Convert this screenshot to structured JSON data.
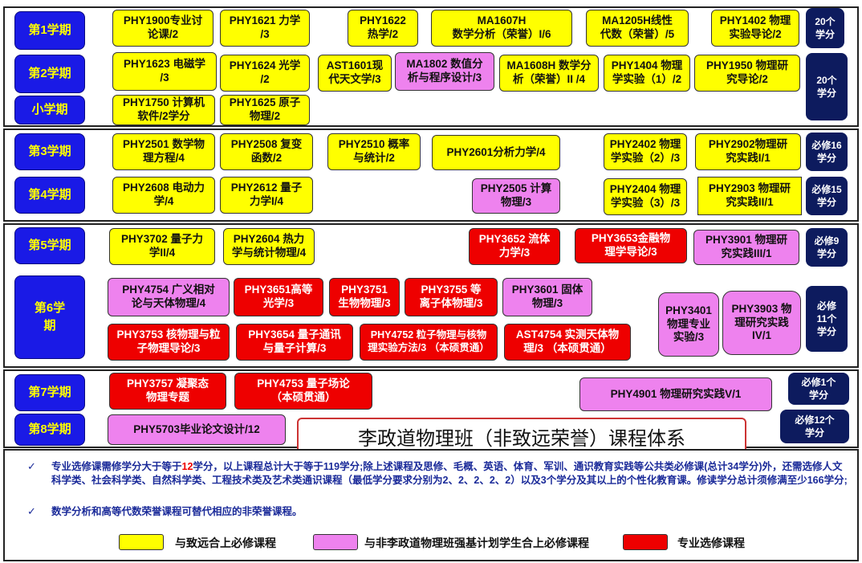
{
  "title": "李政道物理班（非致远荣誉）课程体系",
  "terms": {
    "t1": "第1学期",
    "t2": "第2学期",
    "small": "小学期",
    "t3": "第3学期",
    "t4": "第4学期",
    "t5": "第5学期",
    "t6a": "第6学",
    "t6b": "期",
    "t7": "第7学期",
    "t8": "第8学期"
  },
  "credits": {
    "t1": "20个\n学分",
    "t2": "20个\n学分",
    "t3": "必修16\n学分",
    "t4": "必修15\n学分",
    "t5": "必修9\n学分",
    "t6": "必修\n11个\n学分",
    "t7": "必修1个\n学分",
    "t8": "必修12个\n学分"
  },
  "courses": {
    "phy1900": "PHY1900专业讨\n论课/2",
    "phy1621": "PHY1621 力学\n/3",
    "phy1622": "PHY1622\n热学/2",
    "ma1607h": "MA1607H\n数学分析（荣誉）I/6",
    "ma1205h": "MA1205H线性\n代数（荣誉）/5",
    "phy1402": "PHY1402 物理\n实验导论/2",
    "phy1623": "PHY1623 电磁学\n/3",
    "phy1624": "PHY1624 光学\n/2",
    "ast1601": "AST1601现\n代天文学/3",
    "ma1802": "MA1802 数值分\n析与程序设计/3",
    "ma1608h": "MA1608H 数学分\n析（荣誉）II /4",
    "phy1404": "PHY1404 物理\n学实验（1）/2",
    "phy1950": "PHY1950 物理研\n究导论/2",
    "phy1750": "PHY1750 计算机\n软件/2学分",
    "phy1625": "PHY1625 原子\n物理/2",
    "phy2501": "PHY2501 数学物\n理方程/4",
    "phy2508": "PHY2508 复变\n函数/2",
    "phy2510": "PHY2510 概率\n与统计/2",
    "phy2601": "PHY2601分析力学/4",
    "phy2402": "PHY2402 物理\n学实验（2）/3",
    "phy2902": "PHY2902物理研\n究实践I/1",
    "phy2608": "PHY2608 电动力\n学/4",
    "phy2612": "PHY2612 量子\n力学I/4",
    "phy2505": "PHY2505 计算\n物理/3",
    "phy2404": "PHY2404 物理\n学实验（3）/3",
    "phy2903": "PHY2903 物理研\n究实践II/1",
    "phy3702": "PHY3702 量子力\n学II/4",
    "phy2604": "PHY2604 热力\n学与统计物理/4",
    "phy3652": "PHY3652 流体\n力学/3",
    "phy3653": "PHY3653金融物\n理学导论/3",
    "phy3901": "PHY3901 物理研\n究实践III/1",
    "phy4754": "PHY4754 广义相对\n论与天体物理/4",
    "phy3651": "PHY3651高等\n光学/3",
    "phy3751": "PHY3751\n生物物理/3",
    "phy3755": "PHY3755 等\n离子体物理/3",
    "phy3601": "PHY3601 固体\n物理/3",
    "phy3401": "PHY3401\n物理专业\n实验/3",
    "phy3903": "PHY3903 物\n理研究实践\nIV/1",
    "phy3753": "PHY3753 核物理与粒\n子物理导论/3",
    "phy3654": "PHY3654 量子通讯\n与量子计算/3",
    "phy4752": "PHY4752 粒子物理与核物\n理实验方法/3 （本硕贯通）",
    "ast4754": "AST4754 实测天体物\n理/3 （本硕贯通）",
    "phy3757": "PHY3757 凝聚态\n物理专题",
    "phy4753": "PHY4753 量子场论\n（本硕贯通）",
    "phy4901": "PHY4901 物理研究实践V/1",
    "phy5703": "PHY5703毕业论文设计/12"
  },
  "notes": {
    "check": "✓",
    "n1_a": "专业选修课需修学分大于等于",
    "n1_num": "12",
    "n1_b": "学分，以上课程总计大于等于119学分;除上述课程及思修、毛概、英语、体育、军训、通识教育实践等公共类必修课(总计34学分)外，还需选修人文科学类、社会科学类、自然科学类、工程技术类及艺术类通识课程（最低学分要求分别为2、2、2、2、2）以及3个学分及其以上的个性化教育课。修读学分总计须修满至少166学分;",
    "n2": "数学分析和高等代数荣誉课程可替代相应的非荣誉课程。"
  },
  "legend": {
    "yellow": "与致远合上必修课程",
    "pink": "与非李政道物理班强基计划学生合上必修课程",
    "red": "专业选修课程"
  },
  "colors": {
    "yellow": "#ffff00",
    "pink": "#ee82ee",
    "red": "#ee0000",
    "term_bg": "#1a1ae6",
    "term_text": "#ffff00",
    "credit_bg": "#0d1b5e"
  }
}
